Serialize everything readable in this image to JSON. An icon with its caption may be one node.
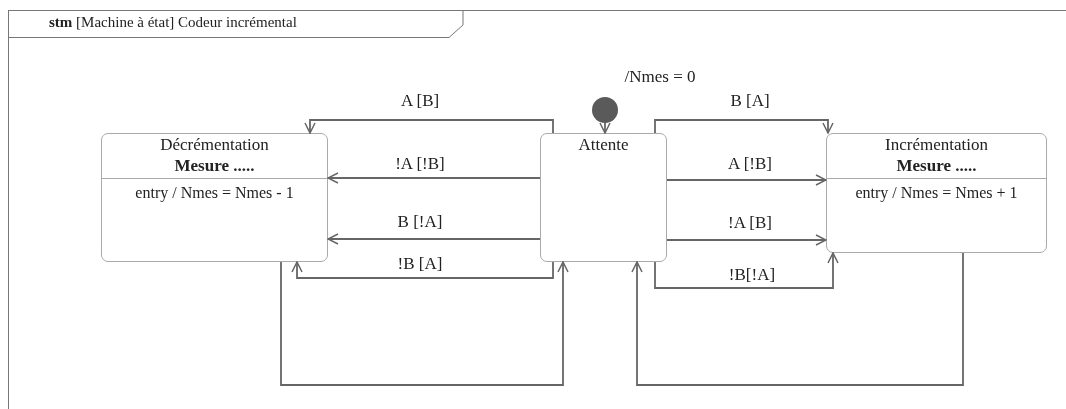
{
  "diagram": {
    "nodes": [
      {
        "text": [
          "**stm** [Machine à état] Codeur incrémental"
        ]
      },
      {
        "text": [],
        "shape": "circle",
        "in": 0
      },
      {
        "text": [
          "Décrémentation",
          "Mesure .....",
          "entry / Nmes = Nmes - 1"
        ],
        "in": 0
      },
      {
        "text": [
          "Attente"
        ],
        "in": 0
      },
      {
        "text": [
          "Incrémentation",
          "Mesure .....",
          "entry / Nmes = Nmes + 1"
        ],
        "in": 0
      }
    ],
    "edges": [
      {
        "from": 1,
        "to": 3,
        "arrow": "to",
        "label": "/Nmes = 0"
      },
      {
        "from": 3,
        "to": 2,
        "arrow": "to",
        "label": "A [B]"
      },
      {
        "from": 3,
        "to": 2,
        "arrow": "to",
        "label": "!A [!B]"
      },
      {
        "from": 3,
        "to": 2,
        "arrow": "to",
        "label": "B [!A]"
      },
      {
        "from": 3,
        "to": 2,
        "arrow": "to",
        "label": "!B [A]"
      },
      {
        "from": 3,
        "to": 4,
        "arrow": "to",
        "label": "B [A]"
      },
      {
        "from": 3,
        "to": 4,
        "arrow": "to",
        "label": "A [!B]"
      },
      {
        "from": 3,
        "to": 4,
        "arrow": "to",
        "label": "!A [B]"
      },
      {
        "from": 3,
        "to": 4,
        "arrow": "to",
        "label": "!B[!A]"
      },
      {
        "from": 2,
        "to": 3,
        "arrow": "to"
      },
      {
        "from": 4,
        "to": 3,
        "arrow": "to"
      }
    ]
  }
}
